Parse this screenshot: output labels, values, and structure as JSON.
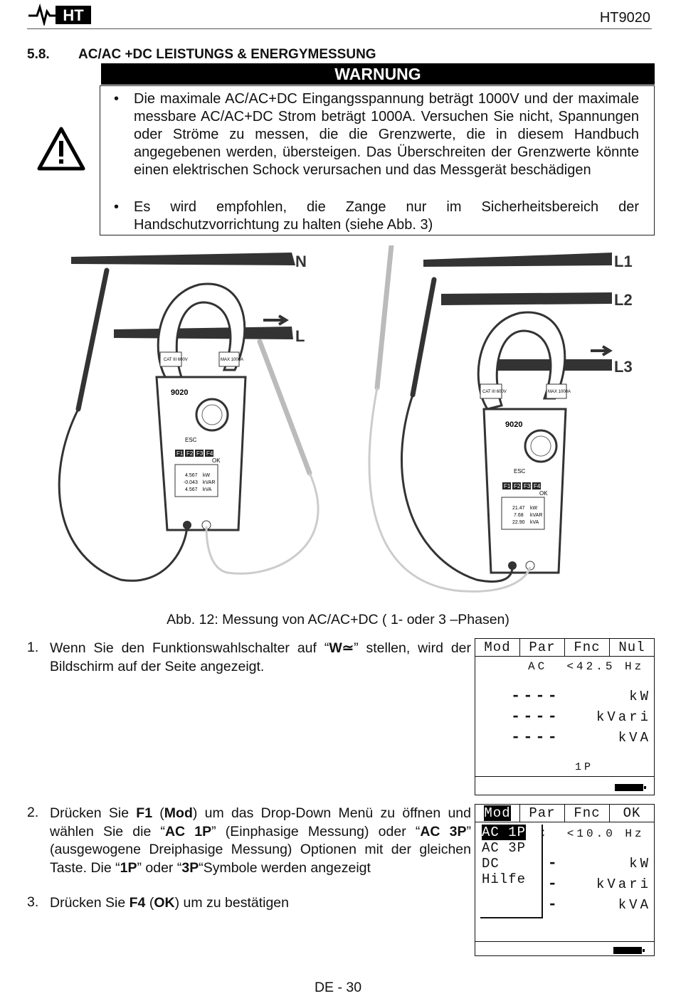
{
  "header": {
    "brand": "HT",
    "model": "HT9020"
  },
  "section": {
    "number": "5.8.",
    "title": "AC/AC +DC LEISTUNGS & ENERGYMESSUNG"
  },
  "warning": {
    "title": "WARNUNG",
    "icon": "warning-triangle-icon",
    "items": [
      "Die maximale AC/AC+DC Eingangsspannung beträgt 1000V und der maximale messbare AC/AC+DC Strom beträgt 1000A. Versuchen Sie nicht, Spannungen oder Ströme zu messen, die die Grenzwerte, die in diesem Handbuch angegebenen werden, übersteigen. Das Überschreiten der Grenzwerte könnte einen elektrischen Schock verursachen und das Messgerät beschädigen",
      "Es wird empfohlen, die Zange nur im Sicherheitsbereich der Handschutzvorrichtung zu halten (siehe Abb. 3)"
    ]
  },
  "figure": {
    "left": {
      "conductor_top": "N",
      "conductor_bottom": "L",
      "model": "9020",
      "cat": "CAT III 600V",
      "max": "MAX 1000A",
      "readings": [
        "4.567",
        "-0.043",
        "4.567"
      ],
      "units": [
        "kW",
        "kVAR",
        "kVA"
      ],
      "fkeys": [
        "F1",
        "F2",
        "F3",
        "F4"
      ],
      "esc": "ESC",
      "ok": "OK"
    },
    "right": {
      "conductors": [
        "L1",
        "L2",
        "L3"
      ],
      "model": "9020",
      "cat": "CAT III 600V",
      "max": "MAX 1000A",
      "readings": [
        "21.47",
        "7.68",
        "22.90"
      ],
      "units": [
        "kW",
        "kVAR",
        "kVA"
      ],
      "fkeys": [
        "F1",
        "F2",
        "F3",
        "F4"
      ],
      "esc": "ESC",
      "ok": "OK"
    },
    "caption": "Abb. 12: Messung von AC/AC+DC ( 1- oder 3 –Phasen)"
  },
  "steps": [
    {
      "num": "1.",
      "html": "Wenn Sie den Funktionswahlschalter auf “<b>W≃</b>” stellen, wird der Bildschirm auf der Seite angezeigt."
    },
    {
      "num": "2.",
      "html": "Drücken Sie <b>F1</b> (<b>Mod</b>) um das Drop-Down Menü zu öffnen und wählen Sie die “<b>AC 1P</b>” (Einphasige Messung) oder “<b>AC 3P</b>” (ausgewogene Dreiphasige Messung) Optionen mit der gleichen Taste. Die “<b>1P</b>” oder “<b>3P</b>“Symbole werden angezeigt"
    },
    {
      "num": "3.",
      "html": "Drücken Sie <b>F4</b> (<b>OK</b>) um zu bestätigen"
    }
  ],
  "display1": {
    "tabs": [
      "Mod",
      "Par",
      "Fnc",
      "Nul"
    ],
    "status": "AC  <42.5 Hz",
    "rows": [
      {
        "value": "----",
        "unit": "kW"
      },
      {
        "value": "----",
        "unit": "kVari"
      },
      {
        "value": "----",
        "unit": "kVA"
      }
    ],
    "phase": "1P"
  },
  "display2": {
    "tabs": [
      "Mod",
      "Par",
      "Fnc",
      "OK"
    ],
    "selected_tab": "Mod",
    "status": "C  <10.0 Hz",
    "rows": [
      {
        "value": "----",
        "unit": "kW"
      },
      {
        "value": "----",
        "unit": "kVari"
      },
      {
        "value": "----",
        "unit": "kVA"
      }
    ],
    "dropdown": [
      "AC 1P",
      "AC 3P",
      "DC",
      "Hilfe"
    ],
    "dropdown_selected": "AC 1P"
  },
  "footer": {
    "page": "DE - 30"
  }
}
